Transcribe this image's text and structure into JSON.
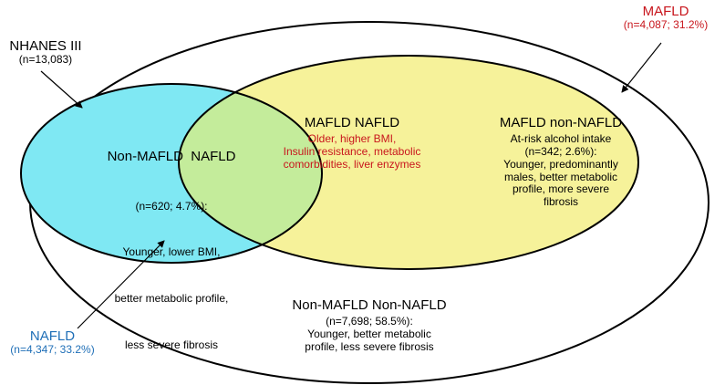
{
  "nhanes": {
    "title": "NHANES III",
    "n": "(n=13,083)"
  },
  "mafld_label": {
    "title": "MAFLD",
    "n": "(n=4,087; 31.2%)"
  },
  "nafld_label": {
    "title": "NAFLD",
    "n": "(n=4,347; 33.2%)"
  },
  "non_mafld_nafld": {
    "title": "Non-MAFLD  NAFLD",
    "lines": [
      "(n=620; 4.7%):",
      "Younger, lower BMI,",
      "better metabolic profile,",
      "less severe fibrosis"
    ]
  },
  "mafld_nafld": {
    "title": "MAFLD NAFLD",
    "lines": [
      "Older, higher BMI,",
      "Insulin resistance, metabolic",
      "comorbidities, liver enzymes"
    ]
  },
  "mafld_non_nafld": {
    "title": "MAFLD non-NAFLD",
    "lines": [
      "At-risk alcohol intake",
      "(n=342; 2.6%):",
      "Younger, predominantly",
      "males, better metabolic",
      "profile, more severe",
      "fibrosis"
    ]
  },
  "neither": {
    "title": "Non-MAFLD Non-NAFLD",
    "lines": [
      "(n=7,698; 58.5%):",
      "Younger, better metabolic",
      "profile, less severe fibrosis"
    ]
  },
  "colors": {
    "nafld_fill": "#7fe8f3",
    "mafld_fill": "#f6f29a",
    "overlap_fill": "#c4ec9b",
    "mafld_text": "#c8161d",
    "nafld_text": "#1f6fb7",
    "overlap_text": "#c8161d"
  }
}
